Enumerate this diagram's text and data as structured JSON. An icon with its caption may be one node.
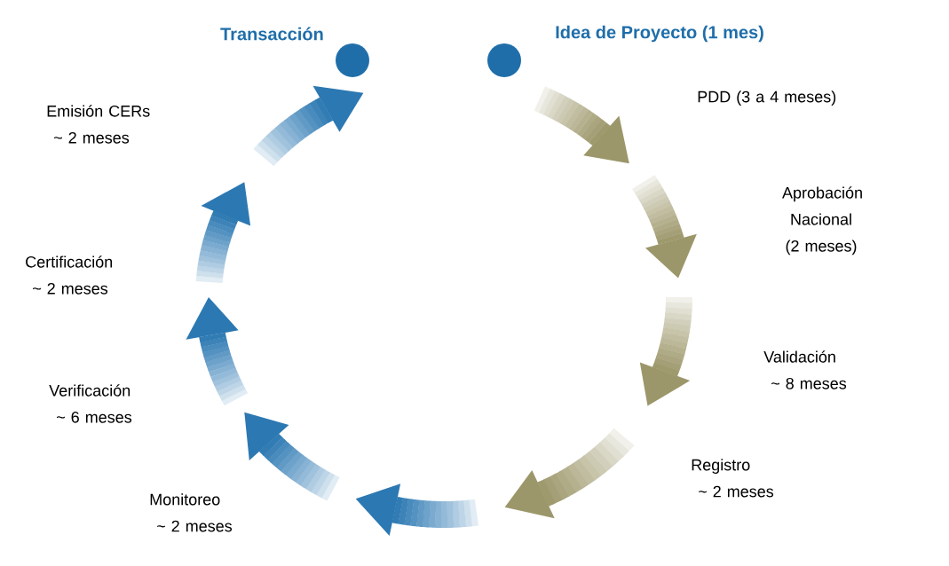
{
  "diagram": {
    "nodes": [
      {
        "text": [],
        "shape": "circle",
        "beside": [
          "Transacción"
        ]
      },
      {
        "text": [],
        "shape": "circle",
        "beside": [
          "Idea de Proyecto (1 mes)"
        ]
      }
    ],
    "labels": [
      "PDD (3 a 4 meses)",
      "Emisión CERs ~ 2 meses",
      "Aprobación Nacional (2 meses)",
      "Certificación ~ 2 meses",
      "Validación ~ 8 meses",
      "Verificación ~ 6 meses",
      "Registro ~ 2 meses",
      "Monitoreo ~ 2 meses"
    ]
  }
}
